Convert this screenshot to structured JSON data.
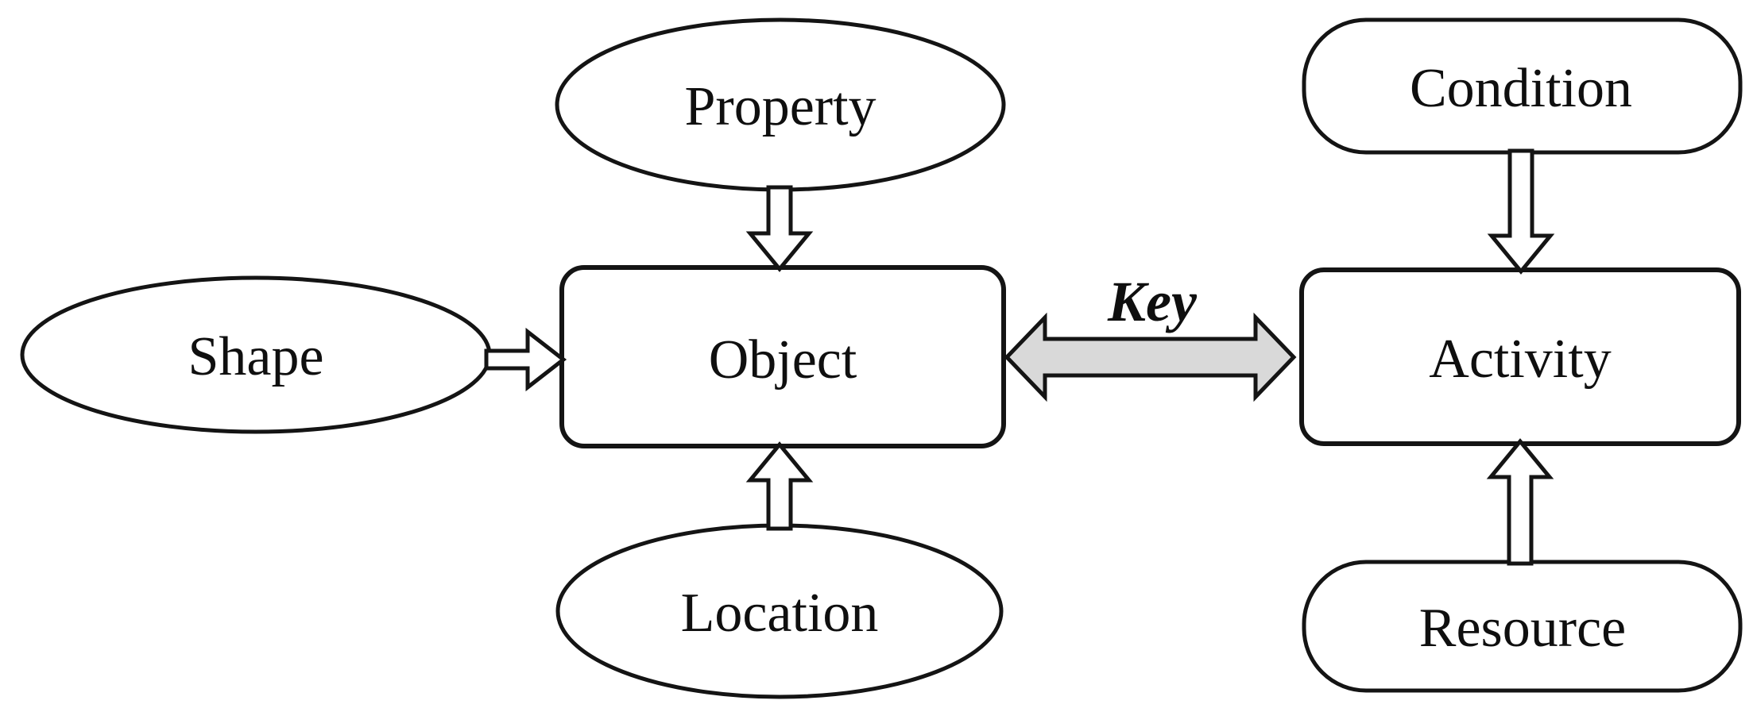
{
  "diagram": {
    "background_color": "#ffffff",
    "stroke_color": "#141414",
    "key_arrow_fill": "#d9d9d9",
    "nodes": {
      "property": {
        "label": "Property",
        "shape": "ellipse"
      },
      "shape": {
        "label": "Shape",
        "shape": "ellipse"
      },
      "location": {
        "label": "Location",
        "shape": "ellipse"
      },
      "object": {
        "label": "Object",
        "shape": "rounded-rectangle"
      },
      "condition": {
        "label": "Condition",
        "shape": "rounded-rectangle"
      },
      "activity": {
        "label": "Activity",
        "shape": "rounded-rectangle"
      },
      "resource": {
        "label": "Resource",
        "shape": "rounded-rectangle"
      }
    },
    "key_relation": {
      "label": "Key",
      "between": [
        "Object",
        "Activity"
      ],
      "style": "double-headed-gray-block-arrow"
    },
    "edges": [
      {
        "from": "Property",
        "to": "Object",
        "direction": "down",
        "style": "hollow-block-arrow"
      },
      {
        "from": "Shape",
        "to": "Object",
        "direction": "right",
        "style": "hollow-block-arrow"
      },
      {
        "from": "Location",
        "to": "Object",
        "direction": "up",
        "style": "hollow-block-arrow"
      },
      {
        "from": "Condition",
        "to": "Activity",
        "direction": "down",
        "style": "hollow-block-arrow"
      },
      {
        "from": "Resource",
        "to": "Activity",
        "direction": "up",
        "style": "hollow-block-arrow"
      }
    ]
  }
}
